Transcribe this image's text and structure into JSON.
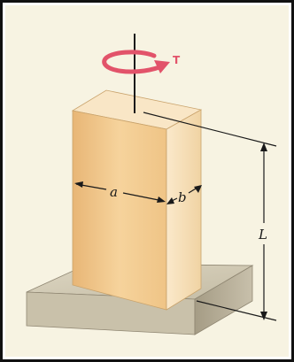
{
  "figure": {
    "labels": {
      "torque": "T",
      "width_a": "a",
      "depth_b": "b",
      "length": "L"
    },
    "colors": {
      "frame_border": "#111111",
      "background": "#f7f3e2",
      "bar_front": "#f2c98a",
      "bar_side": "#f4d9a8",
      "bar_top": "#f9e6c6",
      "base_top": "#cfc7b2",
      "base_side": "#b3aa93",
      "torque_arrow": "#e2536a",
      "line": "#1a1a1a"
    }
  }
}
